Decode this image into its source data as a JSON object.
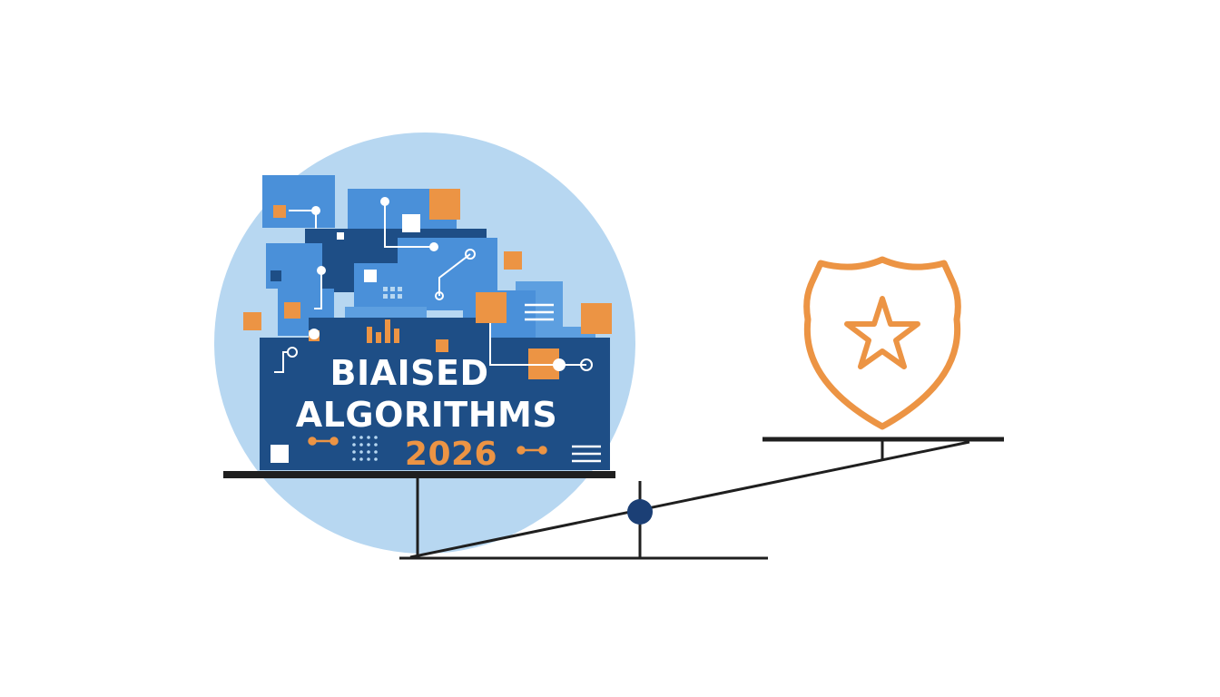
{
  "headline": {
    "line1": "BIAISED",
    "line2": "ALGORITHMS",
    "year": "2026"
  },
  "colors": {
    "background": "#ffffff",
    "circle": "#b7d7f1",
    "navy": "#1e4e86",
    "mid_blue": "#2f68a8",
    "light_blue": "#4a90d9",
    "orange": "#ec9444",
    "line": "#1f1f1f",
    "pivot": "#1b3f75"
  },
  "icons": {
    "shield": "shield-star-icon",
    "balance": "seesaw-balance-icon"
  }
}
